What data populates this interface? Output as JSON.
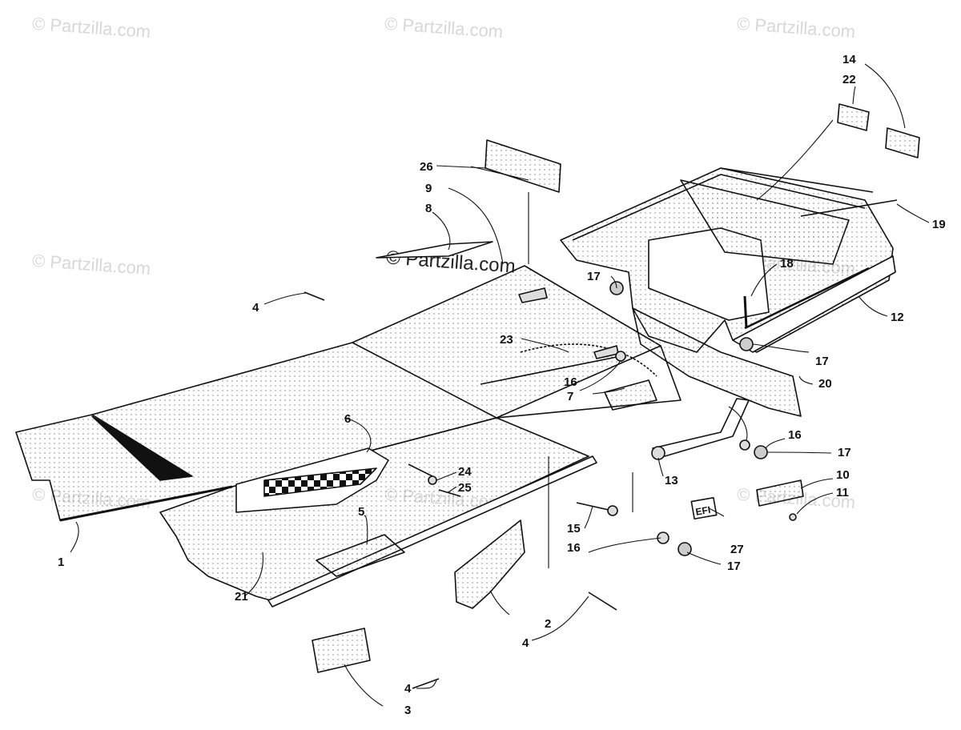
{
  "watermark_text": "© Partzilla.com",
  "callouts": {
    "c1": "1",
    "c2": "2",
    "c3": "3",
    "c4a": "4",
    "c4b": "4",
    "c4c": "4",
    "c5": "5",
    "c6": "6",
    "c7": "7",
    "c8": "8",
    "c9": "9",
    "c10": "10",
    "c11": "11",
    "c12": "12",
    "c13": "13",
    "c14": "14",
    "c15": "15",
    "c16a": "16",
    "c16b": "16",
    "c16c": "16",
    "c17a": "17",
    "c17b": "17",
    "c17c": "17",
    "c17d": "17",
    "c18": "18",
    "c19": "19",
    "c20": "20",
    "c21": "21",
    "c22": "22",
    "c23": "23",
    "c24": "24",
    "c25": "25",
    "c26": "26",
    "c27": "27"
  },
  "decal_text": "EFI"
}
